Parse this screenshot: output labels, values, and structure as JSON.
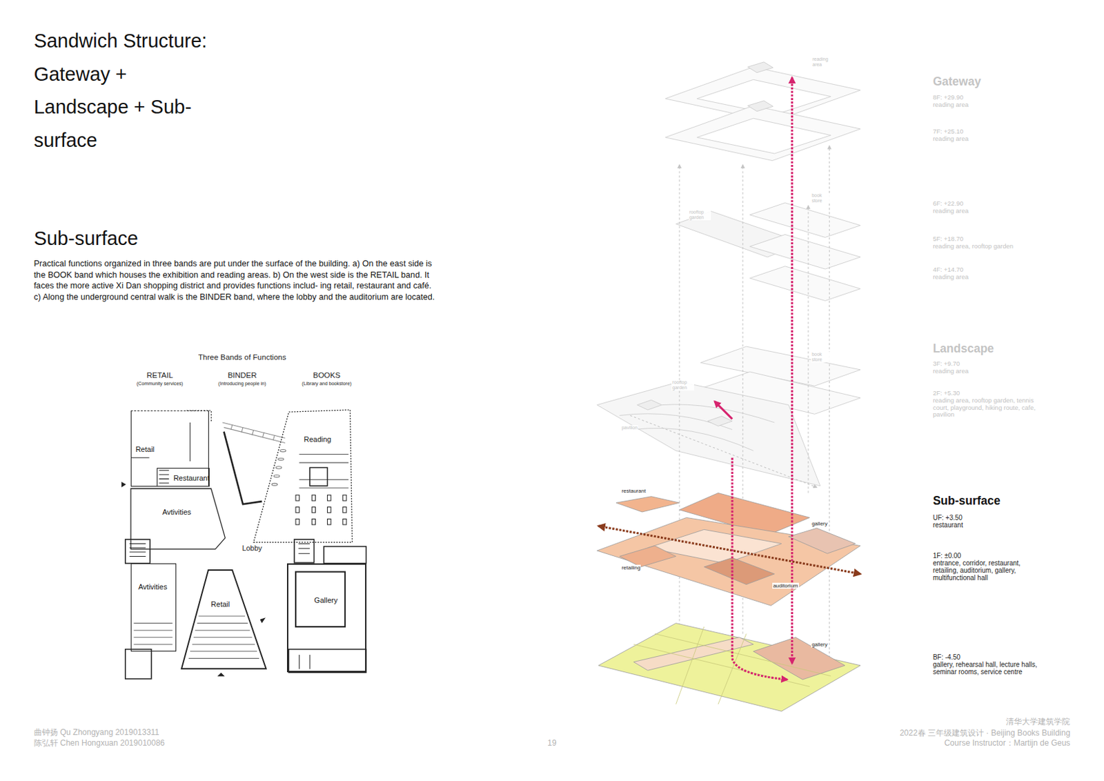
{
  "diagram": {
    "title": "Sandwich Structure: Gateway + Landscape + Sub-surface",
    "nodes": [
      {
        "text": [
          "Retail"
        ]
      },
      {
        "text": [
          "Restaurant"
        ],
        "in": 0
      },
      {
        "text": [
          "Avtivities"
        ]
      },
      {
        "text": [
          "Reading"
        ]
      },
      {
        "text": [
          "Avtivities"
        ]
      },
      {
        "text": [
          "Retail"
        ]
      },
      {
        "text": [
          "Gallery"
        ]
      }
    ],
    "labels": [
      "Sub-surface",
      "Practical functions organized in three bands are put under the surface of the building. a) On the east side is the BOOK band which houses the exhibition and reading areas. b) On the west side is the RETAIL band. It faces the more active Xi Dan shopping district and provides functions includ- ing retail, restaurant and café. c) Along the underground central walk is the BINDER band, where the lobby and the auditorium are located.",
      "Three Bands of Functions",
      "RETAIL",
      "(Community services)",
      "BINDER",
      "(Introducing people in)",
      "BOOKS",
      "(Library and bookstore)",
      "Lobby",
      "reading area",
      "rooftop garden",
      "book store",
      "book store",
      "rooftop garden",
      "pavilion",
      "restaurant",
      "gallery",
      "retailing",
      "auditorium",
      "gallery",
      "Gateway",
      "8F: +29.90",
      "reading area",
      "7F: +25.10",
      "reading area",
      "6F: +22.90",
      "reading area",
      "5F: +18.70",
      "reading area, rooftop garden",
      "4F: +14.70",
      "reading area",
      "Landscape",
      "3F: +9.70",
      "reading area",
      "2F: +5.30",
      "reading area, rooftop garden, tennis court, playground, hiking route, cafe, pavilion",
      "Sub-surface",
      "UF: +3.50",
      "restaurant",
      "1F: ±0.00",
      "entrance, corridor, restaurant, retailing, auditorium, gallery, multifunctional hall",
      "BF: -4.50",
      "gallery, rehearsal hall, lecture halls, seminar rooms, service centre",
      "曲钟扬 Qu Zhongyang 2019013311",
      "陈弘轩 Chen Hongxuan 2019010086",
      "19",
      "清华大学建筑学院",
      "2022春 三年级建筑设计 · Beijing Books Building",
      "Course Instructor：Martijn de Geus"
    ]
  }
}
